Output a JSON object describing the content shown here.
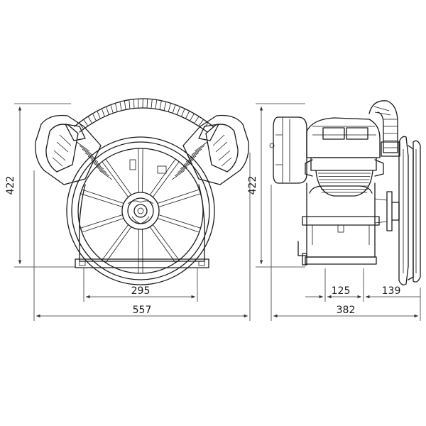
{
  "dimensions": {
    "front_height": "422",
    "front_base_width": "295",
    "front_total_width": "557",
    "side_height": "422",
    "side_inner_width": "125",
    "side_pulley_width": "139",
    "side_total_width": "382"
  },
  "colors": {
    "line": "#1a1a1a",
    "background": "#ffffff"
  }
}
